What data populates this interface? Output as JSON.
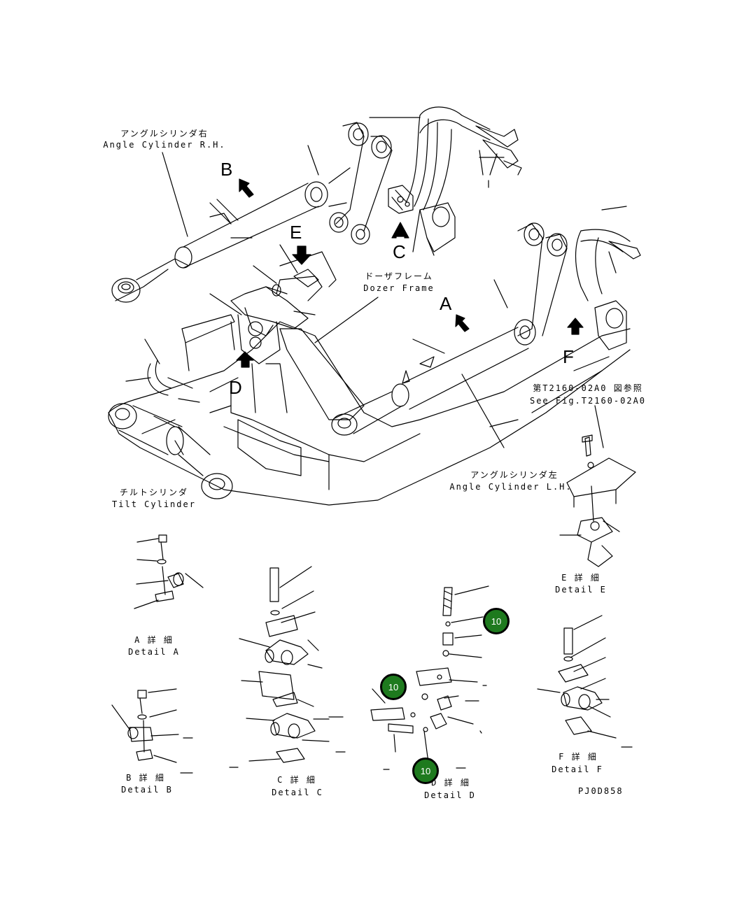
{
  "labels": {
    "angle_cyl_rh_jp": "アングルシリンダ右",
    "angle_cyl_rh_en": "Angle Cylinder R.H.",
    "dozer_frame_jp": "ドーザフレーム",
    "dozer_frame_en": "Dozer Frame",
    "tilt_cyl_jp": "チルトシリンダ",
    "tilt_cyl_en": "Tilt Cylinder",
    "angle_cyl_lh_jp": "アングルシリンダ左",
    "angle_cyl_lh_en": "Angle Cylinder L.H.",
    "see_fig_jp": "第T2160-02A0 図参照",
    "see_fig_en": "See Fig.T2160-02A0",
    "detail_a_jp": "A 詳 細",
    "detail_a_en": "Detail A",
    "detail_b_jp": "B 詳 細",
    "detail_b_en": "Detail B",
    "detail_c_jp": "C 詳 細",
    "detail_c_en": "Detail C",
    "detail_d_jp": "D 詳 細",
    "detail_d_en": "Detail D",
    "detail_e_jp": "E 詳 細",
    "detail_e_en": "Detail E",
    "detail_f_jp": "F 詳 細",
    "detail_f_en": "Detail F",
    "drawing_code": "PJ0D858"
  },
  "callout_letters": {
    "a": "A",
    "b": "B",
    "c": "C",
    "d": "D",
    "e": "E",
    "f": "F"
  },
  "badges": [
    {
      "text": "10"
    },
    {
      "text": "10"
    },
    {
      "text": "10"
    }
  ],
  "colors": {
    "badge_fill": "#1e7a1e",
    "line": "#000000"
  }
}
